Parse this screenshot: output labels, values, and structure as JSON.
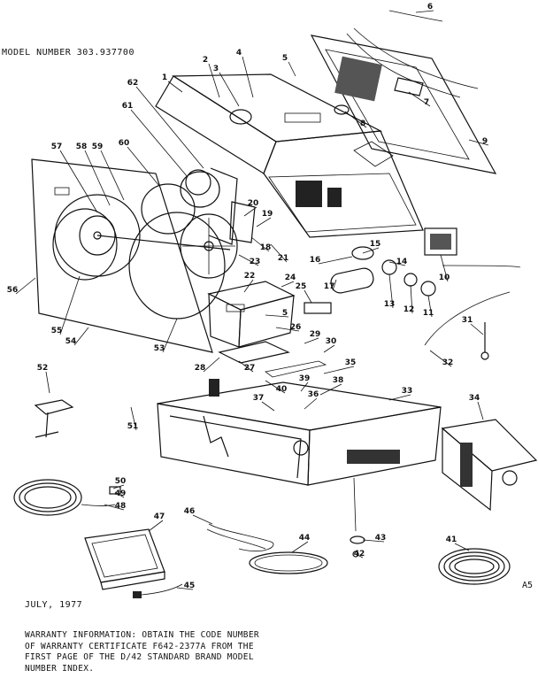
{
  "header": {
    "model_number": "MODEL NUMBER 303.937700"
  },
  "footer": {
    "date": "JULY, 1977",
    "page_id": "A5",
    "warranty_lines": [
      "WARRANTY INFORMATION:  OBTAIN THE CODE NUMBER",
      "OF WARRANTY CERTIFICATE F642-2377A FROM THE",
      "FIRST PAGE OF THE D/42 STANDARD BRAND MODEL",
      "NUMBER INDEX."
    ]
  },
  "callouts": [
    {
      "label": "1"
    },
    {
      "label": "2"
    },
    {
      "label": "3"
    },
    {
      "label": "4"
    },
    {
      "label": "5"
    },
    {
      "label": "6"
    },
    {
      "label": "7"
    },
    {
      "label": "8"
    },
    {
      "label": "9"
    },
    {
      "label": "10"
    },
    {
      "label": "11"
    },
    {
      "label": "12"
    },
    {
      "label": "13"
    },
    {
      "label": "14"
    },
    {
      "label": "15"
    },
    {
      "label": "16"
    },
    {
      "label": "17"
    },
    {
      "label": "18"
    },
    {
      "label": "19"
    },
    {
      "label": "20"
    },
    {
      "label": "21"
    },
    {
      "label": "22"
    },
    {
      "label": "23"
    },
    {
      "label": "24"
    },
    {
      "label": "25"
    },
    {
      "label": "26"
    },
    {
      "label": "27"
    },
    {
      "label": "28"
    },
    {
      "label": "29"
    },
    {
      "label": "30"
    },
    {
      "label": "31"
    },
    {
      "label": "32"
    },
    {
      "label": "33"
    },
    {
      "label": "34"
    },
    {
      "label": "35"
    },
    {
      "label": "36"
    },
    {
      "label": "37"
    },
    {
      "label": "38"
    },
    {
      "label": "39"
    },
    {
      "label": "40"
    },
    {
      "label": "41"
    },
    {
      "label": "42"
    },
    {
      "label": "43"
    },
    {
      "label": "44"
    },
    {
      "label": "45"
    },
    {
      "label": "46"
    },
    {
      "label": "47"
    },
    {
      "label": "48"
    },
    {
      "label": "49"
    },
    {
      "label": "50"
    },
    {
      "label": "51"
    },
    {
      "label": "52"
    },
    {
      "label": "53"
    },
    {
      "label": "54"
    },
    {
      "label": "5"
    },
    {
      "label": "55"
    },
    {
      "label": "56"
    },
    {
      "label": "57"
    },
    {
      "label": "58"
    },
    {
      "label": "59"
    },
    {
      "label": "60"
    },
    {
      "label": "61"
    },
    {
      "label": "62"
    }
  ]
}
